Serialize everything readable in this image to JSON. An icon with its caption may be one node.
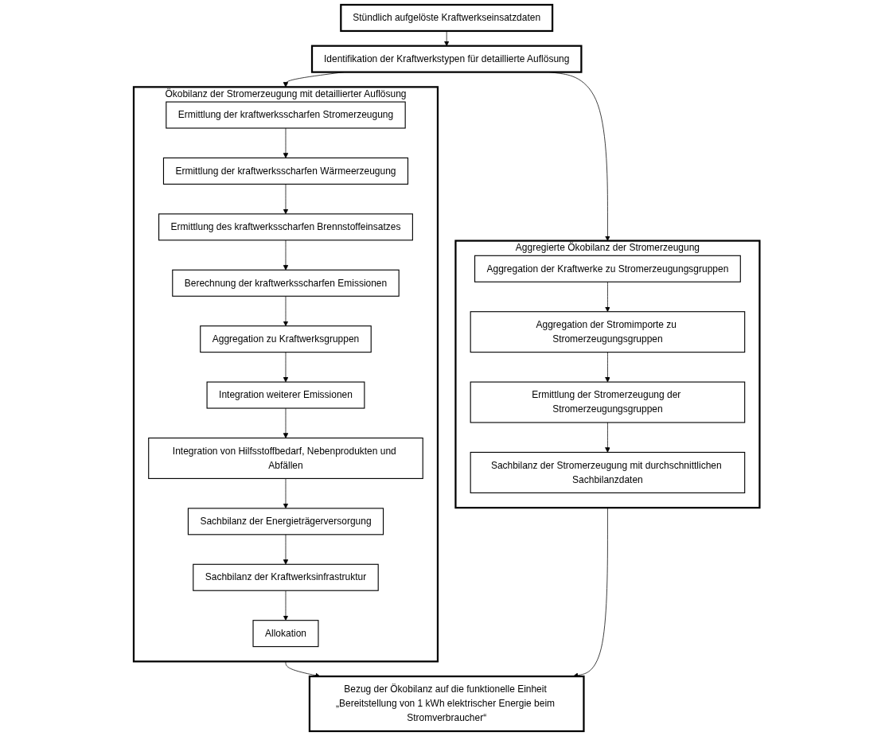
{
  "diagram": {
    "nodes": [
      {
        "text": [
          "Stündlich aufgelöste Kraftwerkseinsatzdaten"
        ]
      },
      {
        "text": [
          "Identifikation der Kraftwerkstypen für detaillierte Auflösung"
        ]
      },
      {
        "text": [
          "Ökobilanz der Stromerzeugung mit detaillierter Auflösung"
        ]
      },
      {
        "text": [
          "Ermittlung der kraftwerksscharfen Stromerzeugung"
        ],
        "in": 2
      },
      {
        "text": [
          "Ermittlung der kraftwerksscharfen Wärmeerzeugung"
        ],
        "in": 2
      },
      {
        "text": [
          "Ermittlung des kraftwerksscharfen Brennstoffeinsatzes"
        ],
        "in": 2
      },
      {
        "text": [
          "Berechnung der kraftwerksscharfen Emissionen"
        ],
        "in": 2
      },
      {
        "text": [
          "Aggregation zu Kraftwerksgruppen"
        ],
        "in": 2
      },
      {
        "text": [
          "Integration weiterer Emissionen"
        ],
        "in": 2
      },
      {
        "text": [
          "Integration von Hilfsstoffbedarf, Nebenprodukten und Abfällen"
        ],
        "in": 2
      },
      {
        "text": [
          "Sachbilanz der Energieträgerversorgung"
        ],
        "in": 2
      },
      {
        "text": [
          "Sachbilanz der Kraftwerksinfrastruktur"
        ],
        "in": 2
      },
      {
        "text": [
          "Allokation"
        ],
        "in": 2
      },
      {
        "text": [
          "Aggregierte Ökobilanz der Stromerzeugung"
        ]
      },
      {
        "text": [
          "Aggregation der Kraftwerke zu Stromerzeugungsgruppen"
        ],
        "in": 13
      },
      {
        "text": [
          "Aggregation der Stromimporte zu Stromerzeugungsgruppen"
        ],
        "in": 13
      },
      {
        "text": [
          "Ermittlung der Stromerzeugung der Stromerzeugungsgruppen"
        ],
        "in": 13
      },
      {
        "text": [
          "Sachbilanz der Stromerzeugung mit durchschnittlichen Sachbilanzdaten"
        ],
        "in": 13
      },
      {
        "text": [
          "Bezug der Ökobilanz auf die funktionelle Einheit „Bereitstellung von 1 kWh elektrischer Energie beim Stromverbraucher“"
        ]
      }
    ],
    "edges": [
      {
        "from": 0,
        "to": 1,
        "arrow": "to"
      },
      {
        "from": 1,
        "to": 2,
        "arrow": "to"
      },
      {
        "from": 1,
        "to": 13,
        "arrow": "to"
      },
      {
        "from": 3,
        "to": 4,
        "arrow": "to"
      },
      {
        "from": 4,
        "to": 5,
        "arrow": "to"
      },
      {
        "from": 5,
        "to": 6,
        "arrow": "to"
      },
      {
        "from": 6,
        "to": 7,
        "arrow": "to"
      },
      {
        "from": 7,
        "to": 8,
        "arrow": "to"
      },
      {
        "from": 8,
        "to": 9,
        "arrow": "to"
      },
      {
        "from": 9,
        "to": 10,
        "arrow": "to"
      },
      {
        "from": 10,
        "to": 11,
        "arrow": "to"
      },
      {
        "from": 11,
        "to": 12,
        "arrow": "to"
      },
      {
        "from": 14,
        "to": 15,
        "arrow": "to"
      },
      {
        "from": 15,
        "to": 16,
        "arrow": "to"
      },
      {
        "from": 16,
        "to": 17,
        "arrow": "to"
      },
      {
        "from": 2,
        "to": 18,
        "arrow": "to"
      },
      {
        "from": 13,
        "to": 18,
        "arrow": "to"
      }
    ]
  }
}
